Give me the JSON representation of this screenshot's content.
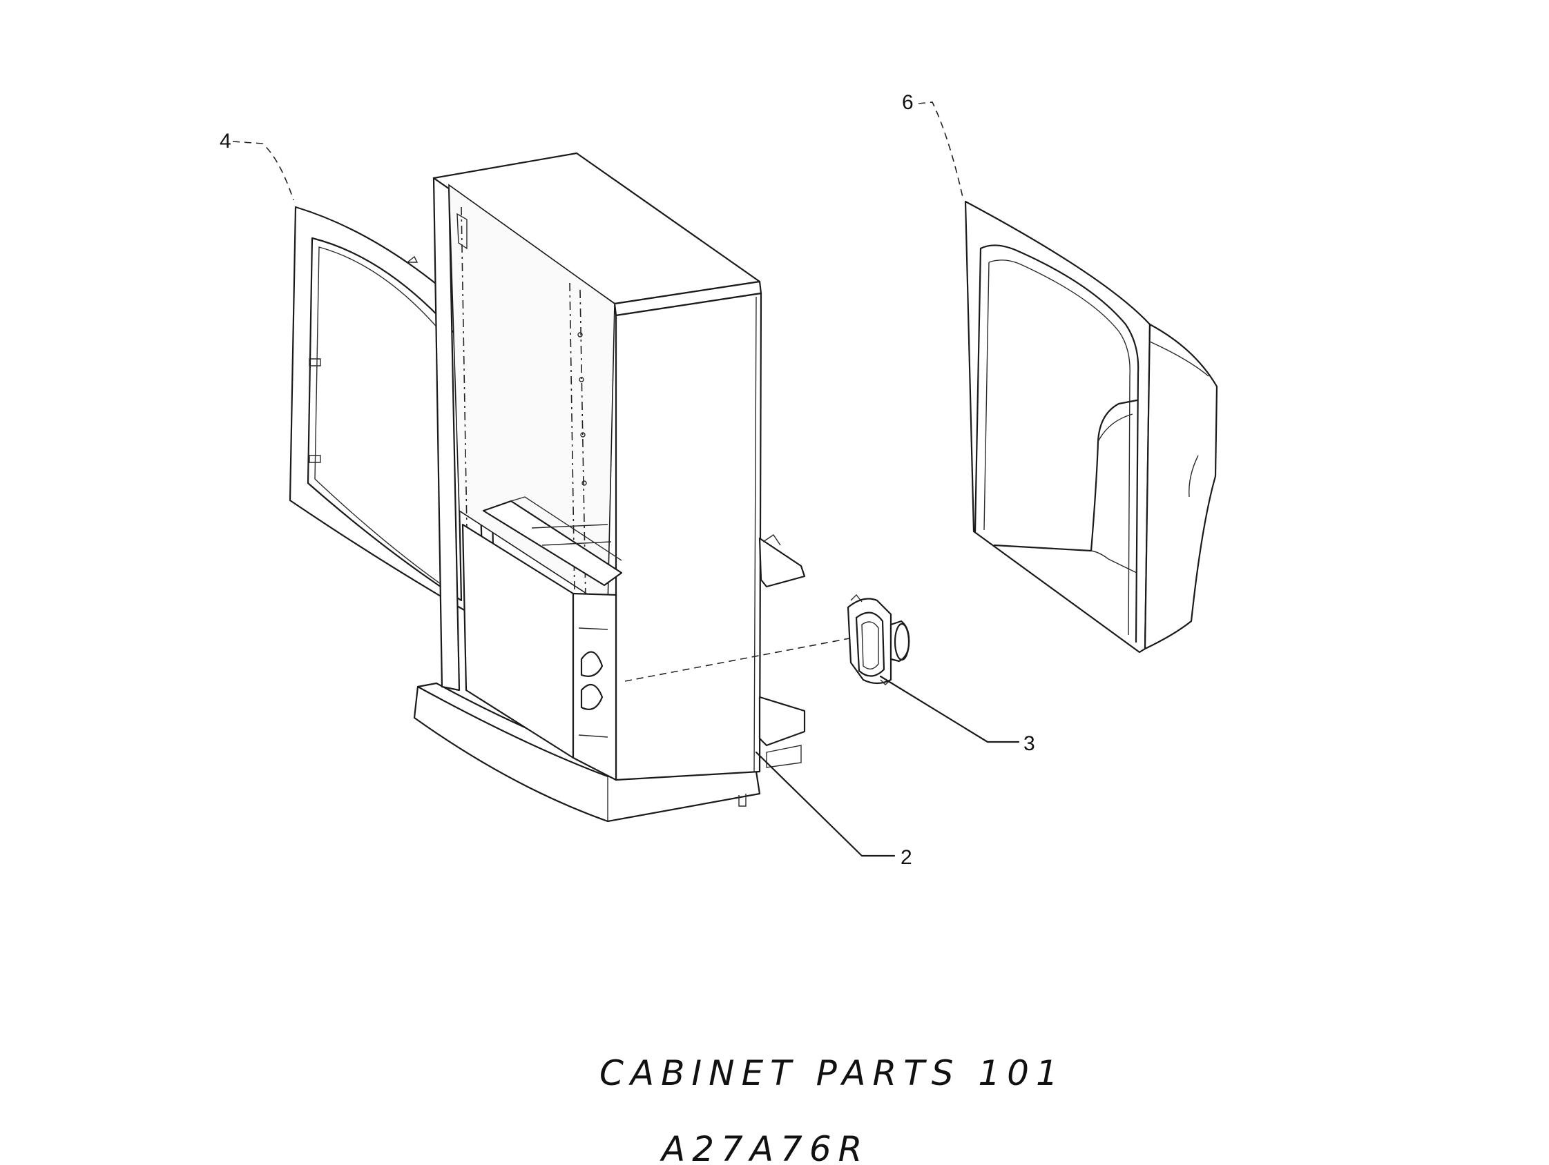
{
  "diagram": {
    "callouts": [
      {
        "id": "4",
        "label": "4"
      },
      {
        "id": "6",
        "label": "6"
      },
      {
        "id": "3",
        "label": "3"
      },
      {
        "id": "2",
        "label": "2"
      }
    ],
    "caption_title": "CABINET PARTS 101",
    "caption_model": "A27A76R"
  }
}
